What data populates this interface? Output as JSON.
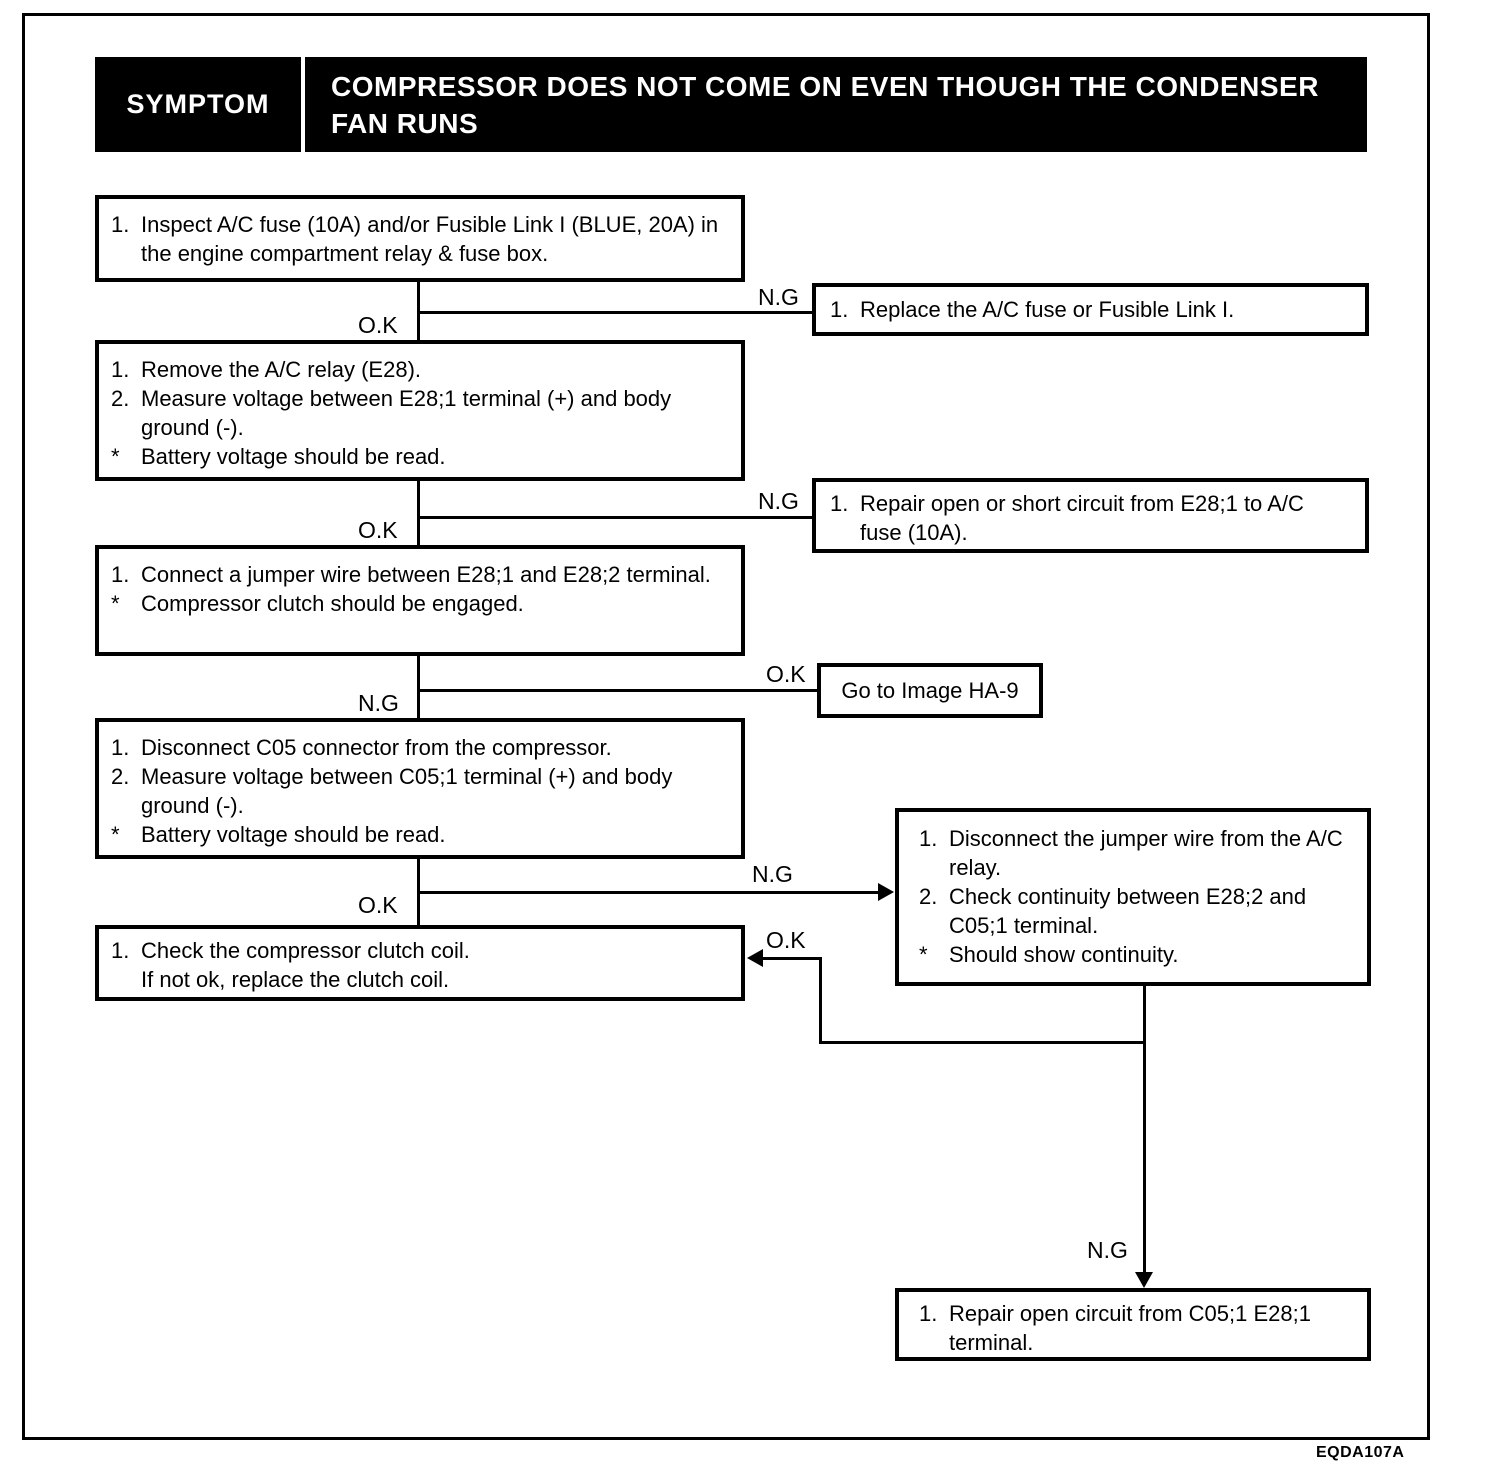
{
  "header": {
    "symptom_label": "SYMPTOM",
    "title_line1": "COMPRESSOR DOES NOT COME ON EVEN THOUGH THE CONDENSER",
    "title_line2": "FAN RUNS"
  },
  "labels": {
    "ok": "O.K",
    "ng": "N.G"
  },
  "steps": {
    "inspect_fuse": {
      "items": [
        {
          "marker": "1.",
          "text": "Inspect A/C fuse (10A) and/or Fusible Link I (BLUE, 20A) in the engine compartment relay & fuse box."
        }
      ]
    },
    "replace_fuse": {
      "items": [
        {
          "marker": "1.",
          "text": "Replace the A/C fuse or Fusible Link I."
        }
      ]
    },
    "remove_relay": {
      "items": [
        {
          "marker": "1.",
          "text": "Remove the A/C relay (E28)."
        },
        {
          "marker": "2.",
          "text": "Measure voltage between E28;1 terminal (+) and body ground (-)."
        },
        {
          "marker": "*",
          "text": "Battery voltage should be read."
        }
      ]
    },
    "repair_short": {
      "items": [
        {
          "marker": "1.",
          "text": "Repair open or short circuit from E28;1  to A/C fuse (10A)."
        }
      ]
    },
    "jumper_wire": {
      "items": [
        {
          "marker": "1.",
          "text": "Connect a jumper wire between E28;1 and E28;2 terminal."
        },
        {
          "marker": "*",
          "text": "Compressor clutch should be engaged."
        }
      ]
    },
    "goto_ha9": {
      "text": "Go to Image HA-9"
    },
    "disconnect_c05": {
      "items": [
        {
          "marker": "1.",
          "text": "Disconnect C05 connector from the compressor."
        },
        {
          "marker": "2.",
          "text": "Measure voltage between C05;1 terminal (+) and body ground (-)."
        },
        {
          "marker": "*",
          "text": "Battery voltage should be read."
        }
      ]
    },
    "check_continuity": {
      "items": [
        {
          "marker": "1.",
          "text": "Disconnect the jumper wire from the A/C relay."
        },
        {
          "marker": "2.",
          "text": "Check continuity between E28;2 and C05;1 terminal."
        },
        {
          "marker": "*",
          "text": "Should show continuity."
        }
      ]
    },
    "check_clutch": {
      "items": [
        {
          "marker": "1.",
          "text": "Check the compressor clutch coil."
        },
        {
          "marker": "",
          "text": "If not ok, replace the clutch coil."
        }
      ]
    },
    "repair_open": {
      "items": [
        {
          "marker": "1.",
          "text": "Repair open circuit from C05;1 E28;1 terminal."
        }
      ]
    }
  },
  "footer": {
    "code": "EQDA107A"
  }
}
